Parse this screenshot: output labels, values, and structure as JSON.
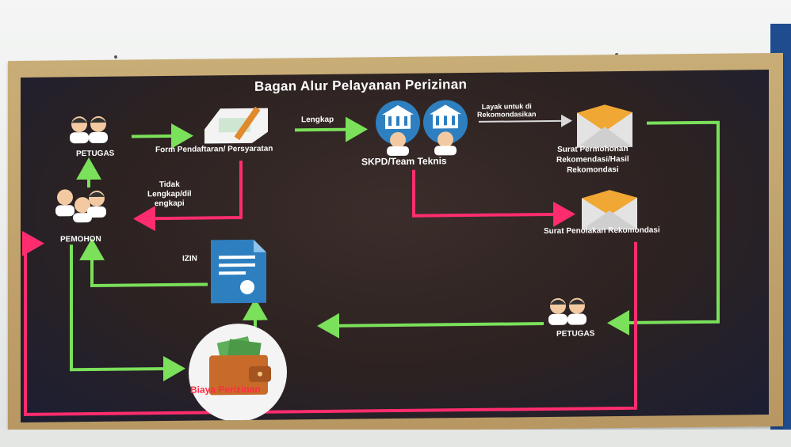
{
  "title": "Bagan Alur Pelayanan Perizinan",
  "labels": {
    "petugas_top": "PETUGAS",
    "form": "Form Pendaftaran/ Persyaratan",
    "lengkap": "Lengkap",
    "skpd": "SKPD/Team Teknis",
    "layak": "Layak untuk di\nRekomondasikan",
    "surat_permohonan": "Surat Permohonan\nRekomendasi/Hasil\nRekomondasi",
    "tidak_lengkap": "Tidak\nLengkap/dil\nengkapi",
    "pemohon": "PEMOHON",
    "surat_penolakan": "Surat Penolakan Rekomondasi",
    "izin": "IZIN",
    "petugas_bottom": "PETUGAS",
    "biaya": "Biaya Perizinan"
  },
  "colors": {
    "green_arrow": "#7be05a",
    "red_arrow": "#ff2d6e",
    "board": "#2d2322",
    "frame": "#c4a56f"
  },
  "icons": [
    "people-icon",
    "form-icon",
    "bank-person-icon",
    "envelope-icon",
    "document-icon",
    "wallet-icon"
  ]
}
